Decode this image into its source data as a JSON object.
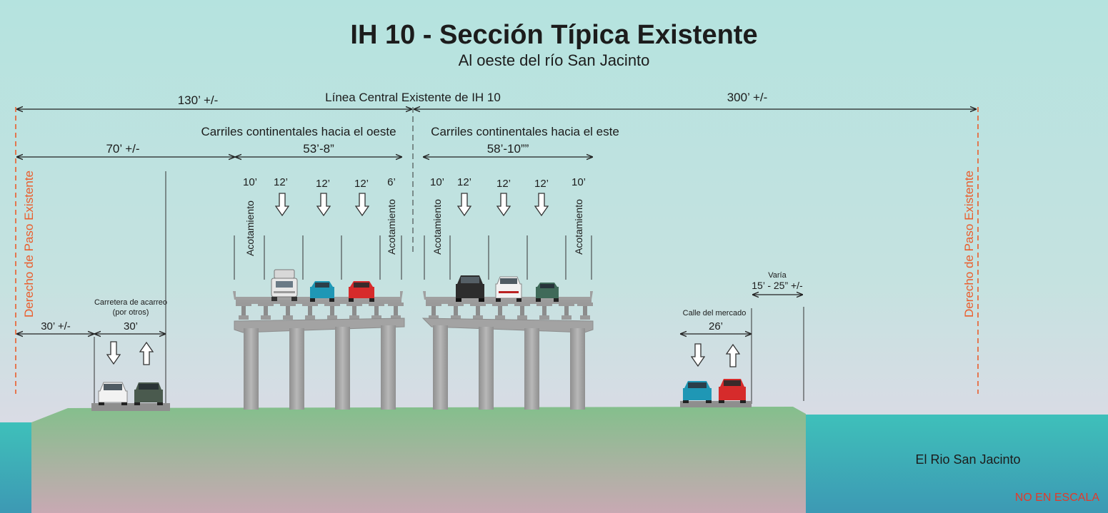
{
  "title": "IH 10 - Sección Típica Existente",
  "subtitle": "Al oeste del río San Jacinto",
  "dims": {
    "left_total": "130’ +/-",
    "centerline": "Línea Central Existente de IH 10",
    "right_total": "300’ +/-",
    "west_lanes_title": "Carriles continentales hacia el oeste",
    "east_lanes_title": "Carriles continentales hacia el este",
    "left_70": "70’ +/-",
    "west_width": "53’-8”",
    "east_width": "58’-10””",
    "left_30a": "30’ +/-",
    "haul_road_width": "30’",
    "market_width": "26’",
    "varia": "Varía",
    "varia_range": "15’ - 25” +/-"
  },
  "labels": {
    "row_left": "Derecho de Paso Existente",
    "row_right": "Derecho de Paso Existente",
    "haul_road_1": "Carretera de acarreo",
    "haul_road_2": "(por otros)",
    "market_street": "Calle del mercado",
    "shoulder": "Acotamiento",
    "river": "El Rio San Jacinto",
    "not_to_scale": "NO EN ESCALA"
  },
  "west_lanes": [
    "10’",
    "12’",
    "12’",
    "12’",
    "6’"
  ],
  "east_lanes": [
    "10’",
    "12’",
    "12’",
    "12’",
    "10’"
  ],
  "colors": {
    "sky_top": "#b5e3df",
    "sky_bottom": "#e7d7e8",
    "ground_top": "#84bf8c",
    "ground_bottom": "#c8a9b3",
    "water": "#3ec0ba",
    "row_line": "#ea5d2c",
    "structure": "#a8a8a8",
    "text": "#1c1c1c"
  }
}
